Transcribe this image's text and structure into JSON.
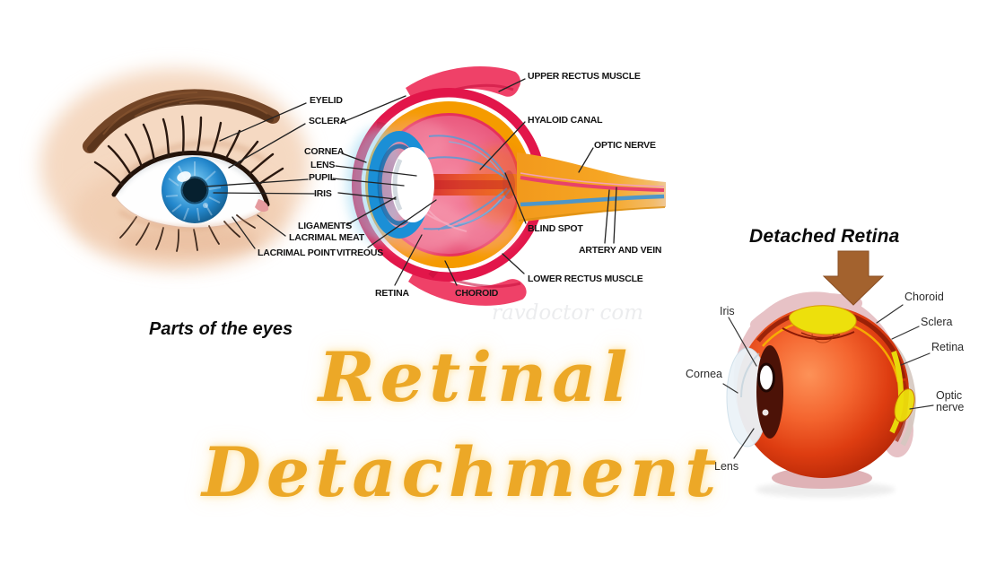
{
  "eye_anatomy": {
    "caption": "Parts of the eyes",
    "labels": [
      "EYELID",
      "SCLERA",
      "CORNEA",
      "LENS",
      "PUPIL",
      "IRIS",
      "LIGAMENTS",
      "LACRIMAL MEAT",
      "LACRIMAL POINT",
      "VITREOUS",
      "RETINA",
      "CHOROID",
      "UPPER RECTUS MUSCLE",
      "HYALOID CANAL",
      "OPTIC NERVE",
      "BLIND SPOT",
      "ARTERY AND VEIN",
      "LOWER RECTUS MUSCLE"
    ]
  },
  "detached_retina": {
    "title": "Detached Retina",
    "labels": [
      "Iris",
      "Cornea",
      "Lens",
      "Choroid",
      "Sclera",
      "Retina",
      "Optic nerve"
    ]
  },
  "main_title": {
    "line1": "Retinal",
    "line2": "Detachment",
    "color": "#ECA827"
  },
  "watermark": "ravdoctor com",
  "colors": {
    "sclera_ring": "#E2164A",
    "choroid_ring": "#F59B00",
    "vitreous_pink": "#EE6585",
    "iris_blue": "#1B8FD6",
    "optic_nerve_orange": "#F6A623",
    "artery_red": "#E8426A",
    "vein_blue": "#4E96C8",
    "muscle_red": "#EF4168",
    "detached_ball_red": "#DE3D11",
    "detached_fluid_yellow": "#EDE00C",
    "arrow_brown": "#A3622E",
    "label_black": "#141414"
  }
}
